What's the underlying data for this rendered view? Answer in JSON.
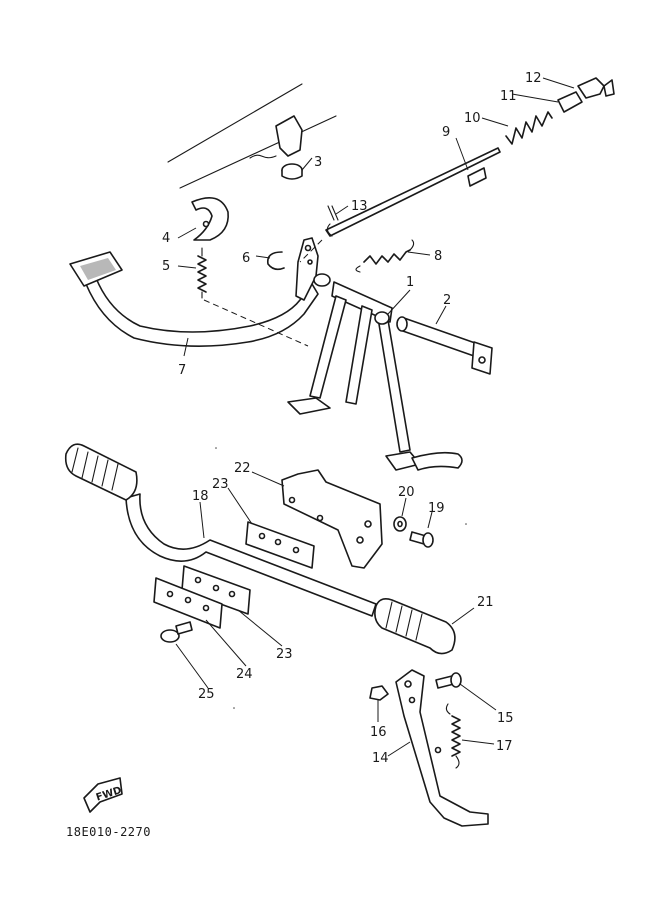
{
  "diagram": {
    "callouts": [
      "1",
      "2",
      "3",
      "4",
      "5",
      "6",
      "7",
      "8",
      "9",
      "10",
      "11",
      "12",
      "13",
      "14",
      "15",
      "16",
      "17",
      "18",
      "19",
      "20",
      "21",
      "22",
      "23",
      "23",
      "24",
      "25"
    ],
    "direction_marker": "FWD",
    "drawing_code": "18E010-2270"
  }
}
